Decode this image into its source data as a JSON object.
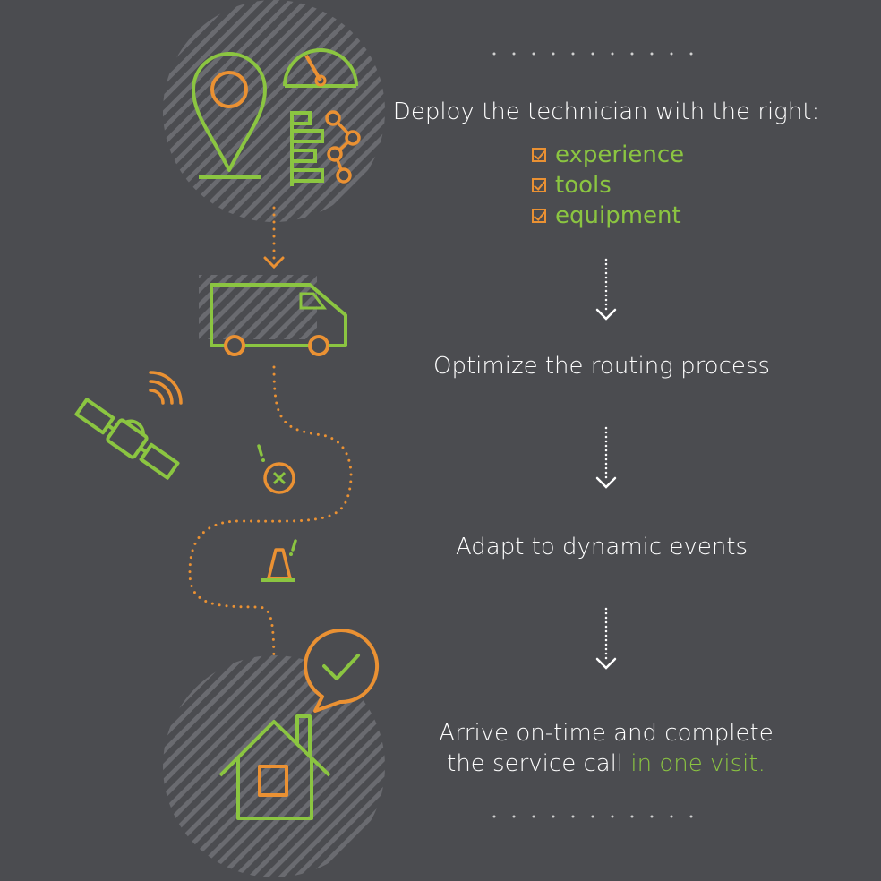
{
  "steps": {
    "deploy": "Deploy the technician with the right:",
    "checklist": [
      "experience",
      "tools",
      "equipment"
    ],
    "optimize": "Optimize the routing process",
    "adapt": "Adapt to dynamic events",
    "arrive_line1": "Arrive on-time and complete",
    "arrive_line2_prefix": "the service call ",
    "arrive_line2_highlight": "in one visit."
  },
  "colors": {
    "background": "#4b4c50",
    "green": "#8bc541",
    "orange": "#ea9133",
    "text": "#ffffff",
    "dots": "#d0d0d0"
  },
  "icons": [
    "map-pin-icon",
    "gauge-icon",
    "bar-chart-icon",
    "network-nodes-icon",
    "van-icon",
    "satellite-icon",
    "signal-waves-icon",
    "warning-marker-icon",
    "traffic-cone-icon",
    "house-icon",
    "speech-bubble-check-icon",
    "arrow-down-icon"
  ]
}
